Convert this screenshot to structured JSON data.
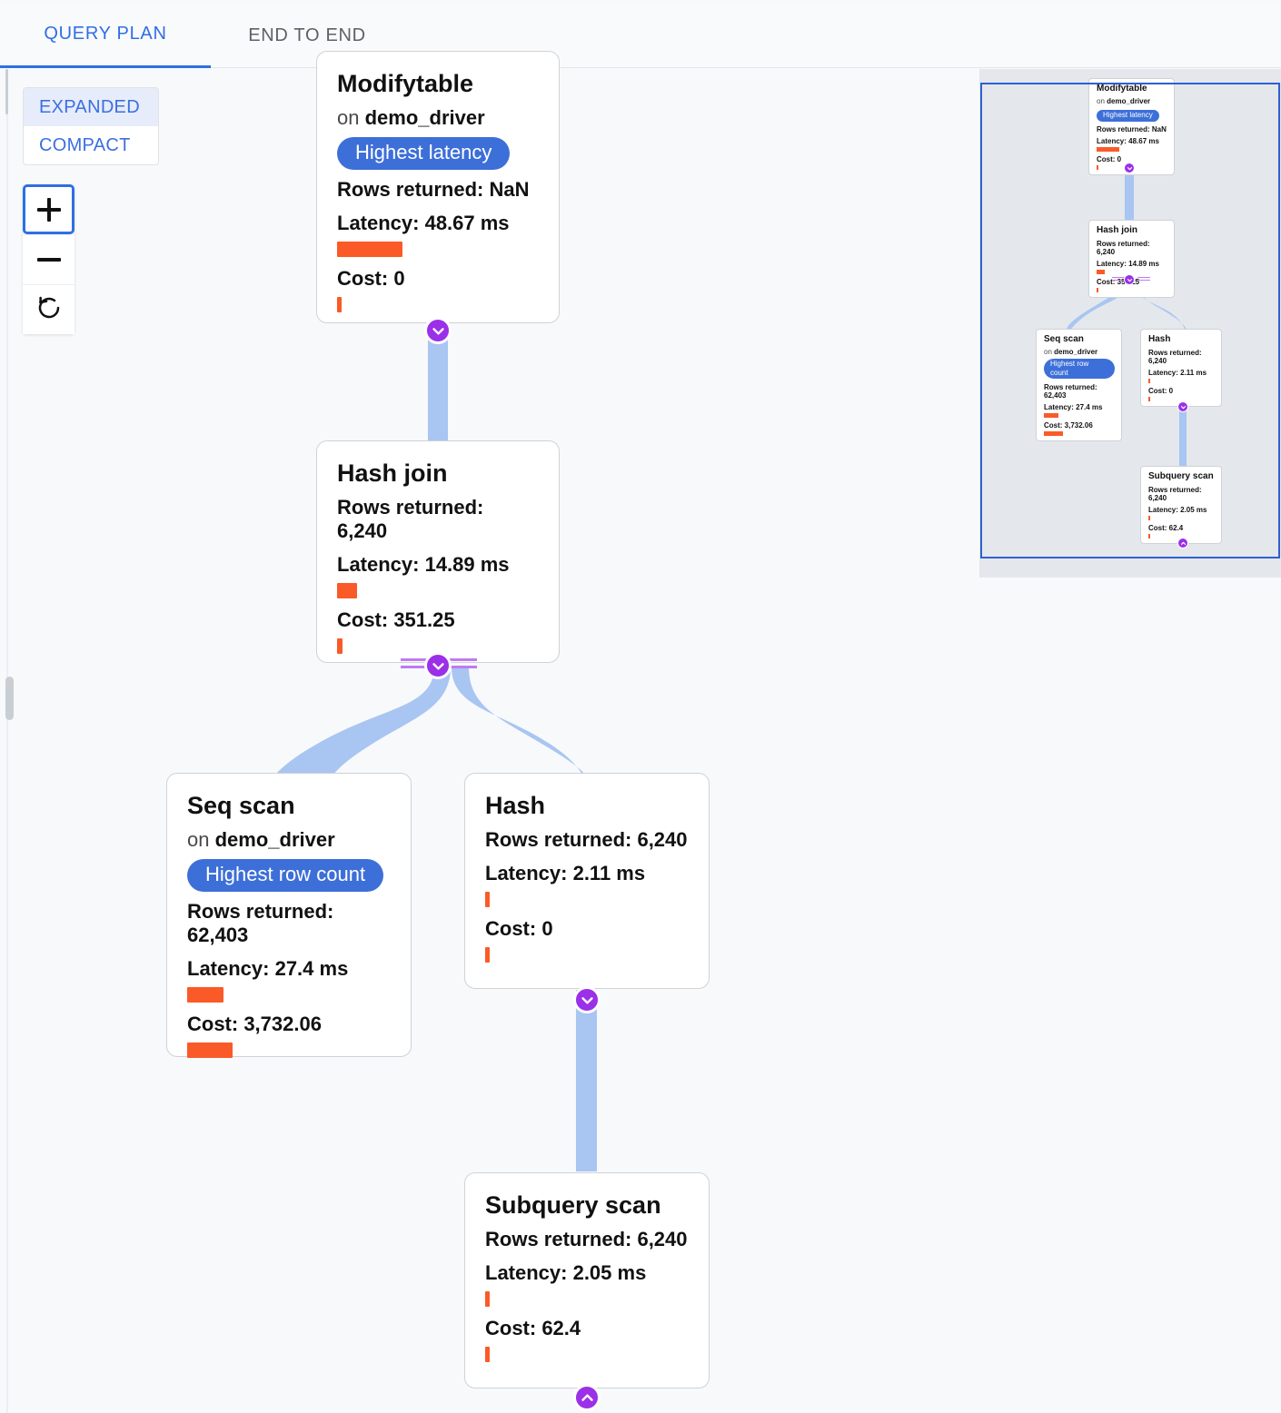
{
  "tabs": [
    {
      "label": "QUERY PLAN",
      "active": true
    },
    {
      "label": "END TO END",
      "active": false
    }
  ],
  "view_modes": [
    {
      "label": "EXPANDED",
      "selected": true
    },
    {
      "label": "COMPACT",
      "selected": false
    }
  ],
  "zoom_controls": [
    {
      "name": "zoom-in-button",
      "icon": "plus-icon",
      "focused": true
    },
    {
      "name": "zoom-out-button",
      "icon": "minus-icon",
      "focused": false
    },
    {
      "name": "reset-view-button",
      "icon": "reset-rotate-icon",
      "focused": false
    }
  ],
  "colors": {
    "accent_blue": "#2f6fe4",
    "badge_blue": "#3d6fd8",
    "bar_orange": "#fa5a28",
    "edge_blue": "#a9c5f2",
    "chevron_purple": "#9b30e8",
    "minimap_bg": "#e4e8ec",
    "viewport_border": "#2f5fd0",
    "canvas_bg": "#f7f9fb"
  },
  "labels": {
    "rows_returned": "Rows returned:",
    "latency": "Latency:",
    "cost": "Cost:",
    "on_prefix": "on"
  },
  "nodes": [
    {
      "id": "modifytable",
      "title": "Modifytable",
      "relation": "demo_driver",
      "on_line": "on demo_driver",
      "badge": "Highest latency",
      "rows_returned": "Rows returned: NaN",
      "latency": "Latency: 48.67 ms",
      "cost": "Cost: 0",
      "latency_bar_pct": 34,
      "cost_bar_pct": 1.2
    },
    {
      "id": "hashjoin",
      "title": "Hash join",
      "relation": null,
      "on_line": null,
      "badge": null,
      "rows_returned": "Rows returned: 6,240",
      "latency": "Latency: 14.89 ms",
      "cost": "Cost: 351.25",
      "latency_bar_pct": 10,
      "cost_bar_pct": 1.6
    },
    {
      "id": "seqscan",
      "title": "Seq scan",
      "relation": "demo_driver",
      "on_line": "on demo_driver",
      "badge": "Highest row count",
      "rows_returned": "Rows returned: 62,403",
      "latency": "Latency: 27.4 ms",
      "cost": "Cost: 3,732.06",
      "latency_bar_pct": 16,
      "cost_bar_pct": 20
    },
    {
      "id": "hash",
      "title": "Hash",
      "relation": null,
      "on_line": null,
      "badge": null,
      "rows_returned": "Rows returned: 6,240",
      "latency": "Latency: 2.11 ms",
      "cost": "Cost: 0",
      "latency_bar_pct": 1.2,
      "cost_bar_pct": 1.2
    },
    {
      "id": "subqueryscan",
      "title": "Subquery scan",
      "relation": null,
      "on_line": null,
      "badge": null,
      "rows_returned": "Rows returned: 6,240",
      "latency": "Latency: 2.05 ms",
      "cost": "Cost: 62.4",
      "latency_bar_pct": 1.2,
      "cost_bar_pct": 1.2
    }
  ],
  "edges": [
    {
      "from": "modifytable",
      "to": "hashjoin"
    },
    {
      "from": "hashjoin",
      "to": "seqscan"
    },
    {
      "from": "hashjoin",
      "to": "hash"
    },
    {
      "from": "hash",
      "to": "subqueryscan"
    }
  ],
  "chevrons": [
    {
      "node": "modifytable",
      "direction": "down",
      "multi": false
    },
    {
      "node": "hashjoin",
      "direction": "down",
      "multi": true
    },
    {
      "node": "hash",
      "direction": "down",
      "multi": false
    },
    {
      "node": "subqueryscan",
      "direction": "up",
      "multi": false
    }
  ],
  "minimap": {
    "name": "minimap",
    "viewport_visible": true
  }
}
